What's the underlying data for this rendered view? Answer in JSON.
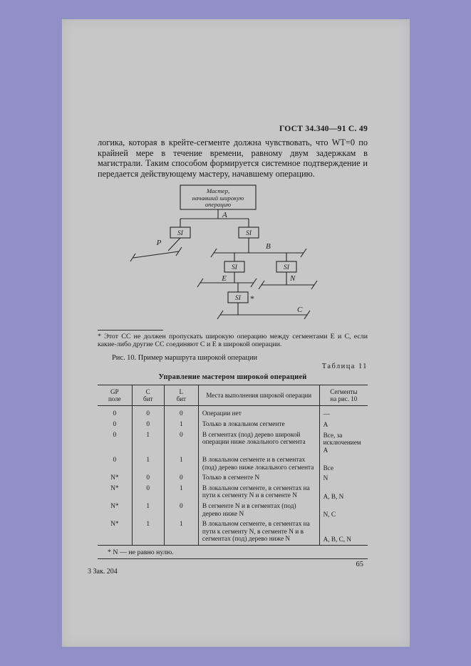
{
  "page": {
    "header": "ГОСТ 34.340—91 С. 49",
    "page_number": "65",
    "imprint": "3 Зак. 204"
  },
  "paragraph": "логика, которая в крейте-сегменте должна чувствовать, что WT=0 по крайней мере в течение времени, равному двум задержкам в магистрали. Таким способом формируется системное подтверждение и передается действующему мастеру, начавшему операцию.",
  "diagram": {
    "master_box_lines": [
      "Мастер,",
      "начавший широкую",
      "операцию"
    ],
    "si_label": "SI",
    "labels": {
      "a": "A",
      "p": "P",
      "b": "B",
      "e": "E",
      "n": "N",
      "c": "C",
      "star": "*"
    }
  },
  "figure": {
    "footnote": "* Этот СС не должен пропускать широкую операцию между сегментами Е и С, если какие-либо другие СС соединяют С и Е в широкой операции.",
    "caption": "Рис. 10. Пример маршрута широкой операции"
  },
  "table": {
    "label": "Таблица 11",
    "title": "Управление мастером широкой операцией",
    "headers": {
      "gp": "GP\nполе",
      "c": "С\nбит",
      "l": "L\nбит",
      "place": "Места выполнения широкой операции",
      "seg": "Сегменты\nна рис. 10"
    },
    "rows": [
      {
        "gp": "0",
        "c": "0",
        "l": "0",
        "place": "Операции нет",
        "seg": "—"
      },
      {
        "gp": "0",
        "c": "0",
        "l": "1",
        "place": "Только в локальном сегменте",
        "seg": "А"
      },
      {
        "gp": "0",
        "c": "1",
        "l": "0",
        "place": "В сегментах (под) дерево широкой операции ниже локального сегмента",
        "seg": "Все, за исключением А"
      },
      {
        "gp": "0",
        "c": "1",
        "l": "1",
        "place": "В локальном сегменте и в сегментах (под) дерево ниже локального сегмента",
        "seg": "Все"
      },
      {
        "gp": "N*",
        "c": "0",
        "l": "0",
        "place": "Только в сегменте N",
        "seg": "N"
      },
      {
        "gp": "N*",
        "c": "0",
        "l": "1",
        "place": "В локальном сегменте, в сегментах на пути к сегменту N и в сегменте N",
        "seg": "А, В, N"
      },
      {
        "gp": "N*",
        "c": "1",
        "l": "0",
        "place": "В сегменте N и в сегментах (под) дерево ниже N",
        "seg": "N, С"
      },
      {
        "gp": "N*",
        "c": "1",
        "l": "1",
        "place": "В локальном сегменте, в сегментах на пути к сегменту N, в сегменте N и в сегментах (под) дерево ниже N",
        "seg": "А, В, С, N"
      }
    ],
    "footnote": "* N — не равно нулю."
  }
}
